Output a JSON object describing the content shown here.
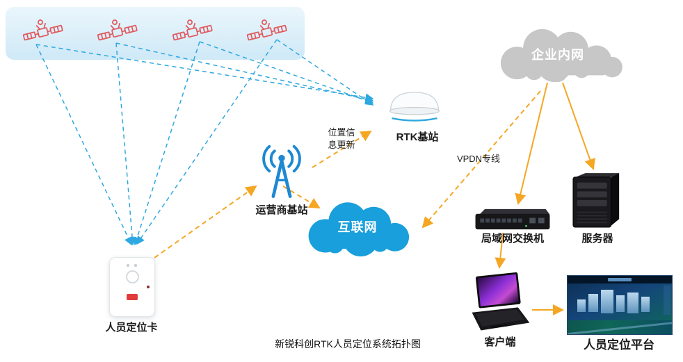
{
  "diagram": {
    "title": "新锐科创RTK人员定位系统拓扑图",
    "nodes": {
      "enterprise_cloud": "企业内网",
      "rtk_station": "RTK基站",
      "operator_station": "运营商基站",
      "internet_cloud": "互联网",
      "lan_switch": "局域网交换机",
      "server": "服务器",
      "client": "客户端",
      "platform": "人员定位平台",
      "card": "人员定位卡"
    },
    "edge_labels": {
      "position_update_line1": "位置信",
      "position_update_line2": "息更新",
      "vpdn_line": "VPDN专线"
    },
    "colors": {
      "satellite_red": "#e05a5f",
      "gnss_link_blue": "#2ea8e0",
      "link_orange": "#f5a623",
      "internet_cloud_blue": "#199fdb",
      "intranet_cloud_gray": "#c7c7c7"
    }
  }
}
